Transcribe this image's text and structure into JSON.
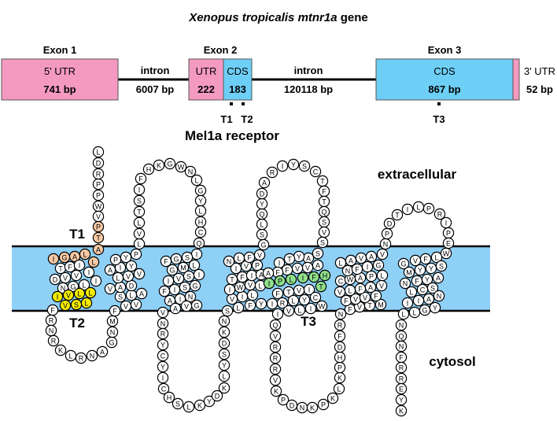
{
  "gene": {
    "title_italic": "Xenopus tropicalis mtnr1a",
    "title_plain": " gene",
    "exon1": {
      "label": "Exon 1",
      "region": "5' UTR",
      "size": "741 bp"
    },
    "intron1": {
      "label": "intron",
      "size": "6007 bp"
    },
    "exon2": {
      "label": "Exon 2",
      "utr": "UTR",
      "utr_size": "222",
      "cds": "CDS",
      "cds_size": "183"
    },
    "intron2": {
      "label": "intron",
      "size": "120118 bp"
    },
    "exon3": {
      "label": "Exon 3",
      "cds": "CDS",
      "cds_size": "867 bp",
      "utr3": "3' UTR",
      "utr3_size": "52 bp"
    },
    "markers": [
      "T1",
      "T2",
      "T3"
    ]
  },
  "receptor": {
    "title": "Mel1a receptor",
    "extracellular": "extracellular",
    "cytosol": "cytosol",
    "labels": {
      "t1": "T1",
      "t2": "T2",
      "t3": "T3"
    },
    "segments": {
      "nterm": "LDRPPWV",
      "t1": "PTALAGIL",
      "tm1": "TFIIDVVINGL",
      "t2": "IVLLVSL",
      "icl1": "FRNRKLRNAGNMF",
      "tm2": "VVSLAVADLVVAIYPYP",
      "ecl1": "LVLTSIFHKGWNLGYLHCQ",
      "tm3": "ISGFLMGISVIGSIFNIAGVA",
      "icl2": "VNRYCYICHSLKYDKLYSDKNS",
      "tm4": "LFYVILIWVLTFIAIVPNLFV",
      "ecl2": "GSLQYDARIYSCTFTQSVS",
      "tm5": "SAYTIAVVFFAIVTFCYLRIWILVI",
      "t3": "HFILPIT",
      "icl3": "QVRRRVKPDNKPKLKPHDFRN",
      "tm6": "FVTMFVVFVLFAVCWAPLNFIGLAVAV",
      "ecl3": "NPDTILPRIPE",
      "tm7": "WLFVGSYYMAYFNSCLNAIIYGLL",
      "cterm": "NQNFRREYK"
    }
  },
  "colors": {
    "utr_pink": "#f49ac1",
    "cds_blue": "#6dcff6",
    "membrane": "#8fd0f7",
    "t1_peach": "#f6c9a4",
    "t2_yellow": "#f2ea00",
    "t3_green": "#8fe08a"
  }
}
